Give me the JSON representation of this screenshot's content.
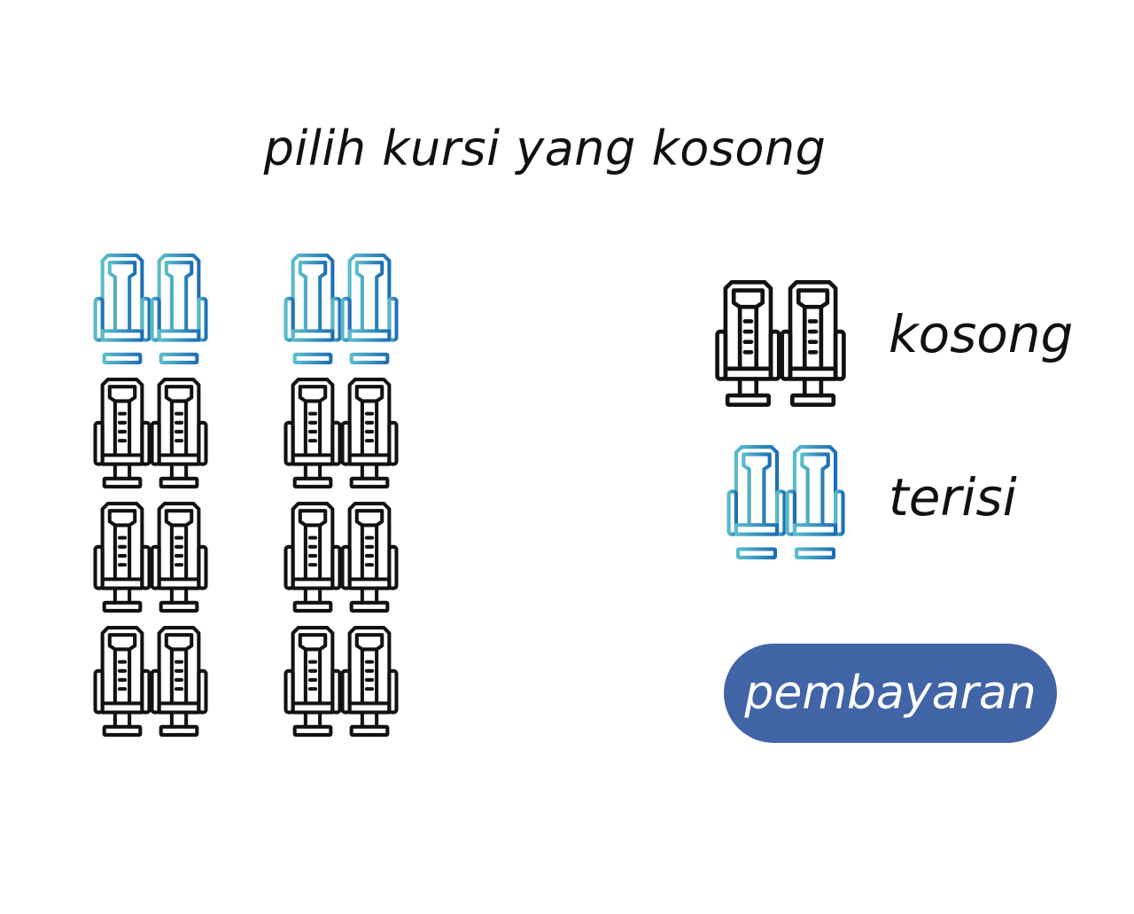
{
  "page": {
    "title": "pilih kursi yang kosong"
  },
  "colors": {
    "empty_seat": "#111111",
    "filled_seat_start": "#5bbcc8",
    "filled_seat_end": "#1d6fb5",
    "button_bg": "#4164a6",
    "button_text": "#ffffff"
  },
  "seats": [
    {
      "row": 1,
      "col": 1,
      "status": "terisi"
    },
    {
      "row": 1,
      "col": 2,
      "status": "terisi"
    },
    {
      "row": 2,
      "col": 1,
      "status": "kosong"
    },
    {
      "row": 2,
      "col": 2,
      "status": "kosong"
    },
    {
      "row": 3,
      "col": 1,
      "status": "kosong"
    },
    {
      "row": 3,
      "col": 2,
      "status": "kosong"
    },
    {
      "row": 4,
      "col": 1,
      "status": "kosong"
    },
    {
      "row": 4,
      "col": 2,
      "status": "kosong"
    }
  ],
  "legend": {
    "empty_label": "kosong",
    "filled_label": "terisi",
    "empty_icon": "double-seat-icon",
    "filled_icon": "double-seat-icon"
  },
  "button": {
    "label": "pembayaran"
  }
}
